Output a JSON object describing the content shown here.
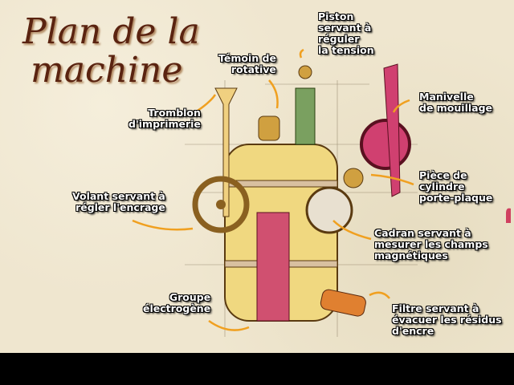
{
  "title": {
    "line1": "Plan de la",
    "line2": "machine"
  },
  "labels": {
    "piston": "Piston\nservant à\nréguler\nla tension",
    "temoin": "Témoin de\nrotative",
    "manivelle": "Manivelle\nde mouillage",
    "tromblon": "Tromblon\nd'imprimerie",
    "piece": "Pièce de\ncylindre\nporte-plaque",
    "volant": "Volant servant à\nrégler l'encrage",
    "cadran": "Cadran servant à\nmesurer les champs\nmagnétiques",
    "groupe": "Groupe\nélectrogène",
    "filtre": "Filtre servant à\névacuer les résidus\nd'encre"
  },
  "colors": {
    "arrow": "#f0a020",
    "title": "#5a2310"
  }
}
